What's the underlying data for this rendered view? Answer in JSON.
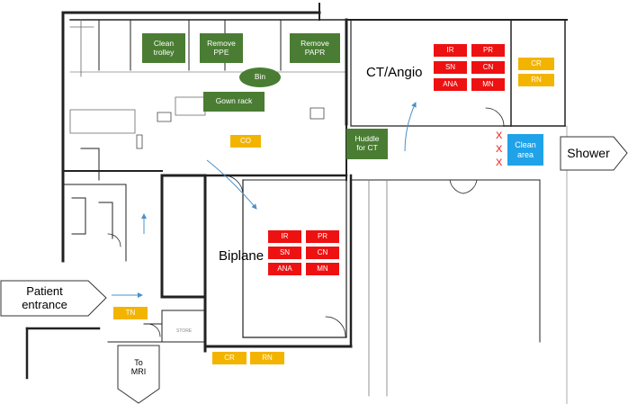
{
  "rooms": {
    "ct_angio": "CT/Angio",
    "biplane": "Biplane"
  },
  "arrows": {
    "shower": "Shower",
    "patient_entrance": "Patient\nentrance",
    "to_mri": "To\nMRI"
  },
  "stations": {
    "clean_trolley": "Clean\ntrolley",
    "remove_ppe": "Remove\nPPE",
    "remove_papr": "Remove\nPAPR",
    "bin": "Bin",
    "gown_rack": "Gown rack",
    "huddle_ct": "Huddle\nfor CT",
    "clean_area": "Clean\narea"
  },
  "staff": {
    "ct_team": [
      "IR",
      "PR",
      "SN",
      "CN",
      "ANA",
      "MN"
    ],
    "ct_side": [
      "CR",
      "RN"
    ],
    "biplane_team": [
      "IR",
      "PR",
      "SN",
      "CN",
      "ANA",
      "MN"
    ],
    "co": "CO",
    "tn": "TN",
    "bottom_cr": "CR",
    "bottom_rn": "RN"
  },
  "marks": {
    "x": "X"
  },
  "fixtures": {
    "store": "STORE"
  },
  "colors": {
    "green": "#4a7d33",
    "red": "#ee1111",
    "yellow": "#f3b400",
    "blue": "#1fa2e8"
  }
}
